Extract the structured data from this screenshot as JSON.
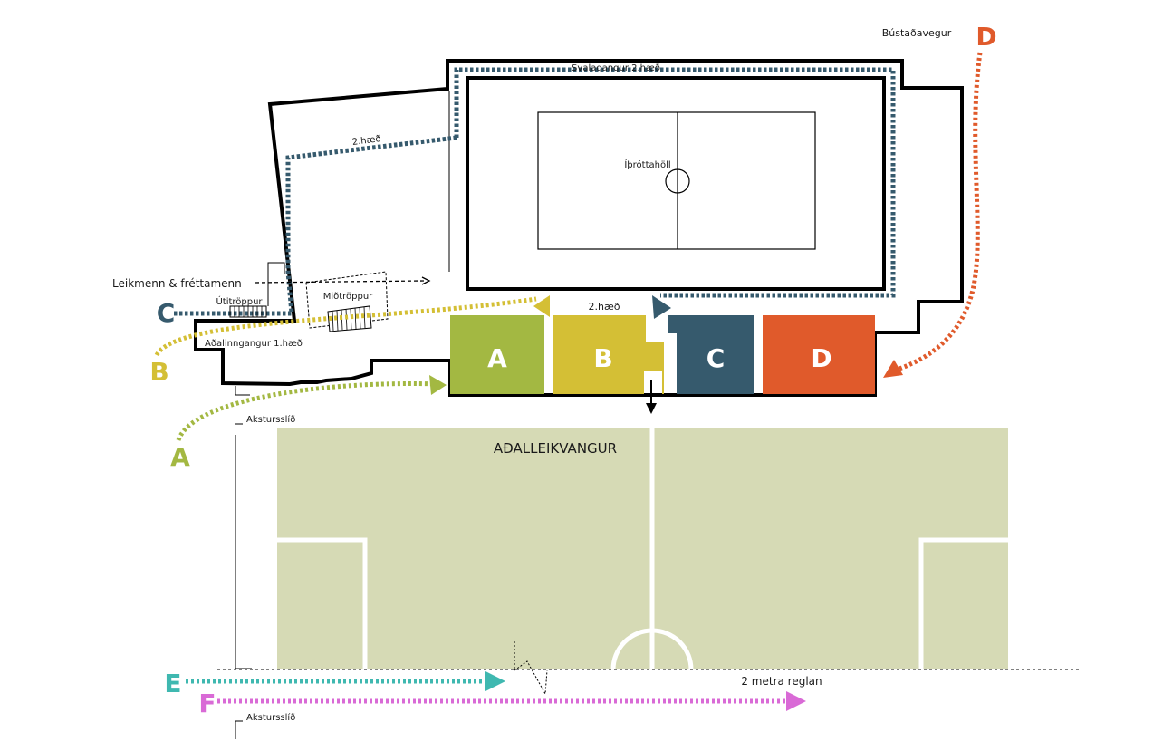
{
  "colors": {
    "a": "#a3b842",
    "b": "#d4bf35",
    "c": "#365a6d",
    "d": "#e05a2b",
    "e": "#3fb8b0",
    "f": "#d96ad6",
    "field": "#d6dab5",
    "outline": "#000000"
  },
  "labels": {
    "road": "Bústaðavegur",
    "balcony_corridor": "Svalagangur 2.hæð",
    "floor2_corridor": "2.hæð",
    "sports_hall": "Íþróttahöll",
    "players_press": "Leikmenn & fréttamenn",
    "outdoor_stairs": "Útitröppur",
    "middle_stairs": "Miðtröppur",
    "main_corridor": "Aðalinngangur 1.hæð",
    "floor2_stand": "2.hæð",
    "driveway_top": "Akstursslíð",
    "main_field": "AÐALLEIKVANGUR",
    "two_meter_rule": "2 metra reglan",
    "driveway_bottom": "Akstursslíð"
  },
  "sections": [
    {
      "letter": "A"
    },
    {
      "letter": "B"
    },
    {
      "letter": "C"
    },
    {
      "letter": "D"
    }
  ],
  "entrances": {
    "a": "A",
    "b": "B",
    "c": "C",
    "d": "D",
    "e": "E",
    "f": "F"
  }
}
